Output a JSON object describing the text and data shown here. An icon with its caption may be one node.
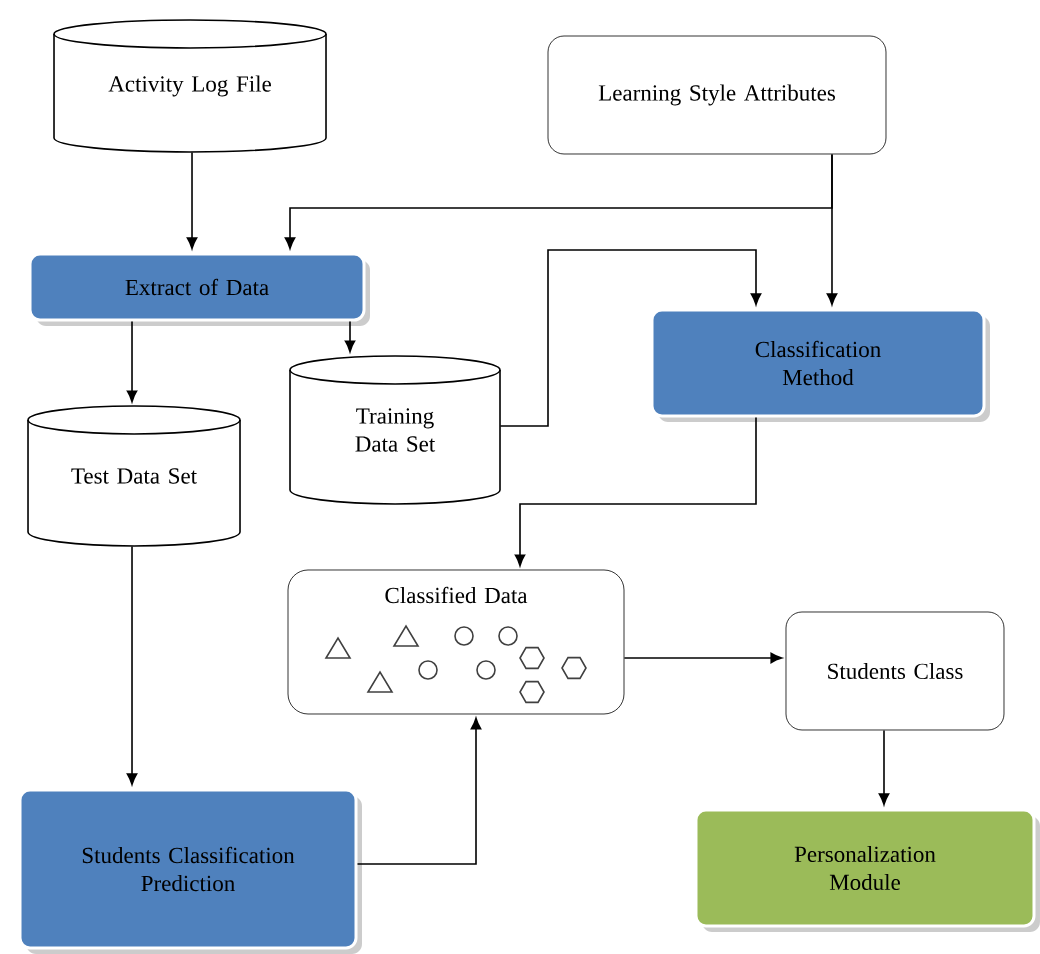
{
  "diagram": {
    "nodes": [
      {
        "text": [
          "Activity Log File"
        ]
      },
      {
        "text": [
          "Learning Style Attributes"
        ]
      },
      {
        "text": [
          "Extract of Data"
        ]
      },
      {
        "text": [
          "Training Data Set"
        ]
      },
      {
        "text": [
          "Classification Method"
        ]
      },
      {
        "text": [
          "Test Data Set"
        ]
      },
      {
        "text": [
          "Classified Data"
        ]
      },
      {
        "text": [
          "Students Class"
        ]
      },
      {
        "text": [
          "Students Classification Prediction"
        ]
      },
      {
        "text": [
          "Personalization Module"
        ]
      }
    ],
    "edges": [
      {
        "from": 0,
        "to": 2,
        "arrow": "to"
      },
      {
        "from": 1,
        "to": 2,
        "arrow": "to"
      },
      {
        "from": 1,
        "to": 4,
        "arrow": "to"
      },
      {
        "from": 2,
        "to": 5,
        "arrow": "to"
      },
      {
        "from": 2,
        "to": 3,
        "arrow": "to"
      },
      {
        "from": 3,
        "to": 4,
        "arrow": "to"
      },
      {
        "from": 4,
        "to": 6,
        "arrow": "to"
      },
      {
        "from": 5,
        "to": 8,
        "arrow": "to"
      },
      {
        "from": 8,
        "to": 6,
        "arrow": "to"
      },
      {
        "from": 6,
        "to": 7,
        "arrow": "to"
      },
      {
        "from": 7,
        "to": 9,
        "arrow": "to"
      }
    ]
  }
}
